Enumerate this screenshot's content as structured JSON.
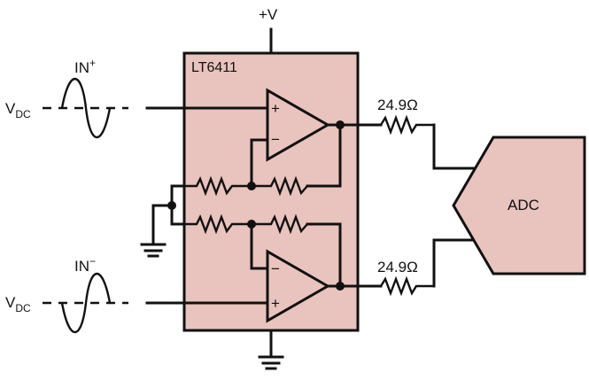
{
  "supply_label": "+V",
  "chip_label": "LT6411",
  "adc_label": "ADC",
  "inputs": {
    "top": {
      "name_main": "IN",
      "name_sup": "+",
      "source_main": "V",
      "source_sub": "DC"
    },
    "bottom": {
      "name_main": "IN",
      "name_sup": "−",
      "source_main": "V",
      "source_sub": "DC"
    }
  },
  "resistors": {
    "top_output": "24.9Ω",
    "bottom_output": "24.9Ω"
  },
  "opamp_top": {
    "plus": "+",
    "minus": "−"
  },
  "opamp_bottom": {
    "plus": "+",
    "minus": "−"
  },
  "colors": {
    "chip_fill": "#e9c3bd",
    "adc_fill": "#e9c3bd",
    "ink": "#111111"
  },
  "icons": [
    "ground-icon",
    "sine-wave-icon",
    "op-amp-icon",
    "resistor-icon",
    "adc-block-icon"
  ]
}
